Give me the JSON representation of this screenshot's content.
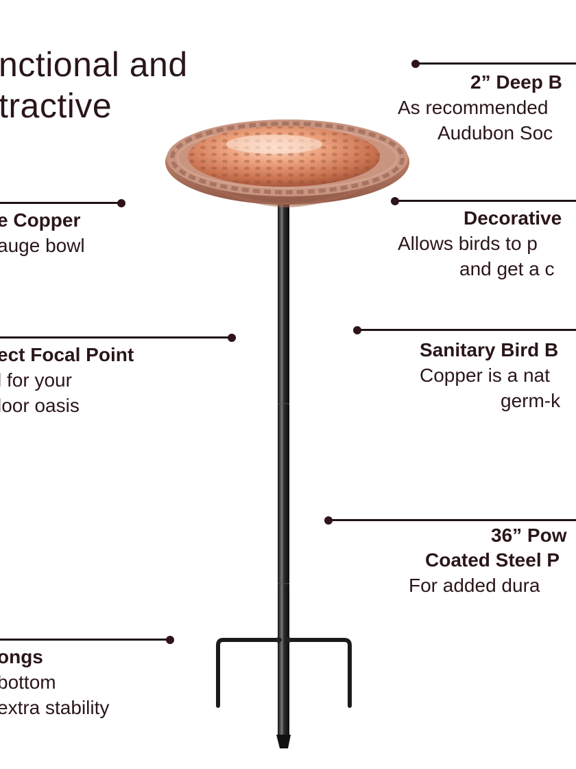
{
  "headline": {
    "line1": "nctional and",
    "line2": "tractive"
  },
  "callouts": {
    "deep_basin": {
      "title": "2” Deep B",
      "desc_line1": "As recommended",
      "desc_line2": "Audubon Soc"
    },
    "copper": {
      "title": "e Copper",
      "desc_line1": "auge bowl"
    },
    "decorative": {
      "title": "Decorative",
      "desc_line1": "Allows birds to p",
      "desc_line2": "and get a c"
    },
    "focal_point": {
      "title": "ect Focal Point",
      "desc_line1": "l for your",
      "desc_line2": "loor oasis"
    },
    "sanitary": {
      "title": "Sanitary Bird B",
      "desc_line1": "Copper is a nat",
      "desc_line2": "germ-k"
    },
    "steel_pole": {
      "title_line1": "36” Pow",
      "title_line2": "Coated Steel P",
      "desc_line1": "For added dura"
    },
    "prongs": {
      "title": "ongs",
      "desc_line1": "bottom",
      "desc_line2": "extra stability"
    }
  },
  "colors": {
    "text": "#2a1619",
    "leader": "#1e1215",
    "copper_light": "#f3b79a",
    "copper_mid": "#d98a68",
    "copper_dark": "#9a5a45",
    "pole": "#1a1a1a"
  }
}
